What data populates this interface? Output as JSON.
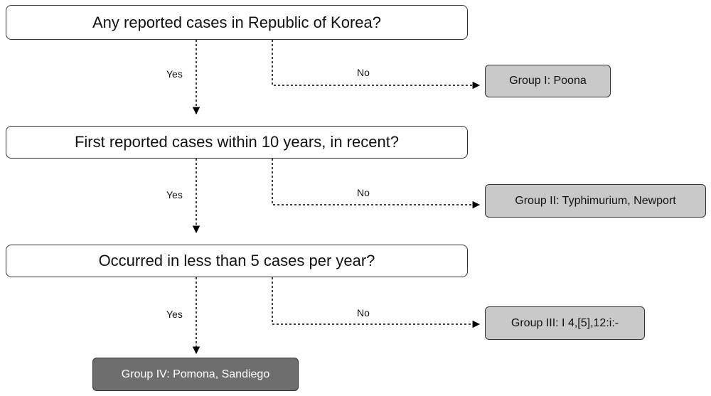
{
  "questions": {
    "q1": "Any reported cases in Republic of Korea?",
    "q2": "First reported cases within 10 years, in recent?",
    "q3": "Occurred in less than 5 cases per year?"
  },
  "groups": {
    "g1": "Group I: Poona",
    "g2": "Group II: Typhimurium, Newport",
    "g3": "Group III: I 4,[5],12:i:-",
    "g4": "Group IV: Pomona, Sandiego"
  },
  "labels": {
    "yes": "Yes",
    "no": "No"
  }
}
